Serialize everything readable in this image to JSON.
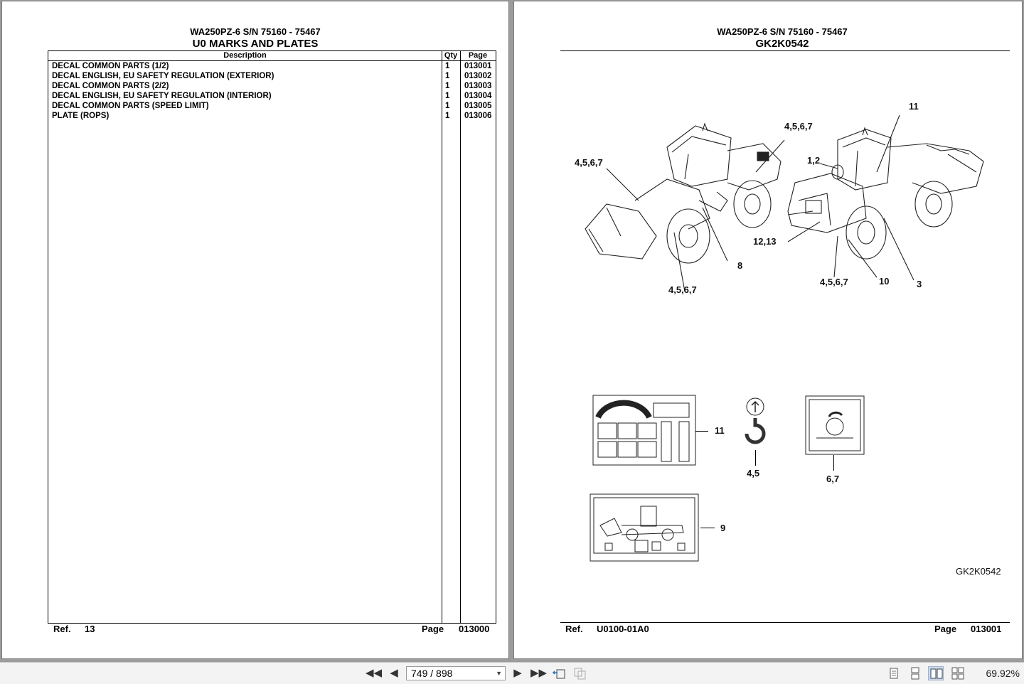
{
  "left_page": {
    "model": "WA250PZ-6 S/N 75160 - 75467",
    "title": "U0 MARKS AND PLATES",
    "columns": {
      "description": "Description",
      "qty": "Qty",
      "page": "Page"
    },
    "rows": [
      {
        "description": "DECAL COMMON PARTS (1/2)",
        "qty": "1",
        "page": "013001"
      },
      {
        "description": "DECAL ENGLISH, EU SAFETY REGULATION (EXTERIOR)",
        "qty": "1",
        "page": "013002"
      },
      {
        "description": "DECAL COMMON PARTS (2/2)",
        "qty": "1",
        "page": "013003"
      },
      {
        "description": "DECAL ENGLISH, EU SAFETY REGULATION (INTERIOR)",
        "qty": "1",
        "page": "013004"
      },
      {
        "description": "DECAL COMMON PARTS (SPEED LIMIT)",
        "qty": "1",
        "page": "013005"
      },
      {
        "description": "PLATE (ROPS)",
        "qty": "1",
        "page": "013006"
      }
    ],
    "footer": {
      "ref_label": "Ref.",
      "ref_value": "13",
      "page_label": "Page",
      "page_value": "013000"
    }
  },
  "right_page": {
    "model": "WA250PZ-6 S/N 75160 - 75467",
    "title": "GK2K0542",
    "callouts": {
      "c11_top": "11",
      "c4567_top": "4,5,6,7",
      "c4567_left": "4,5,6,7",
      "c12": "1,2",
      "c1213": "12,13",
      "c8": "8",
      "c4567_bottom_left": "4,5,6,7",
      "c4567_bottom_right": "4,5,6,7",
      "c10": "10",
      "c3": "3",
      "c11_decal": "11",
      "c45_hook": "4,5",
      "c67_plate": "6,7",
      "c9": "9"
    },
    "drawing_code": "GK2K0542",
    "footer": {
      "ref_label": "Ref.",
      "ref_value": "U0100-01A0",
      "page_label": "Page",
      "page_value": "013001"
    }
  },
  "toolbar": {
    "page_indicator": "749 / 898",
    "zoom": "69.92%"
  }
}
